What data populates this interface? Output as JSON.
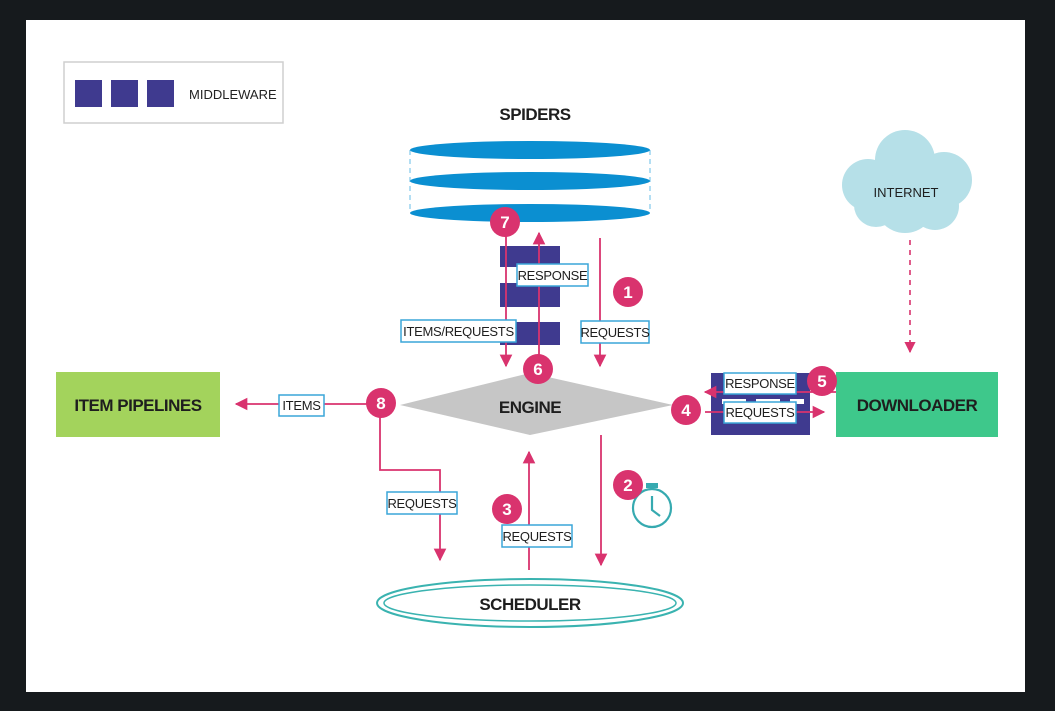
{
  "colors": {
    "page_bg": "#161a1d",
    "panel_bg": "#ffffff",
    "middleware": "#3f3a8f",
    "arrow": "#d9336e",
    "label_border": "#3aa6d8",
    "spiders_blue": "#0b8fd1",
    "scheduler_teal": "#3ab3b0",
    "engine_gray": "#c6c6c6",
    "item_pipelines_green": "#a3d35c",
    "downloader_green": "#3ec88b",
    "internet_cloud": "#b6e0e8",
    "timer_teal": "#36aab0"
  },
  "legend": {
    "label": "MIDDLEWARE"
  },
  "components": {
    "spiders": "SPIDERS",
    "engine": "ENGINE",
    "scheduler": "SCHEDULER",
    "item_pipelines": "ITEM PIPELINES",
    "downloader": "DOWNLOADER",
    "internet": "INTERNET"
  },
  "flow_labels": {
    "spider_response": "RESPONSE",
    "items_requests": "ITEMS/REQUESTS",
    "spider_requests": "REQUESTS",
    "items": "ITEMS",
    "downloader_response": "RESPONSE",
    "downloader_requests": "REQUESTS",
    "pipeline_requests": "REQUESTS",
    "scheduler_requests": "REQUESTS"
  },
  "steps": {
    "s1": "1",
    "s2": "2",
    "s3": "3",
    "s4": "4",
    "s5": "5",
    "s6": "6",
    "s7": "7",
    "s8": "8"
  },
  "icons": {
    "timer": "stopwatch-icon",
    "cloud": "cloud-icon"
  }
}
